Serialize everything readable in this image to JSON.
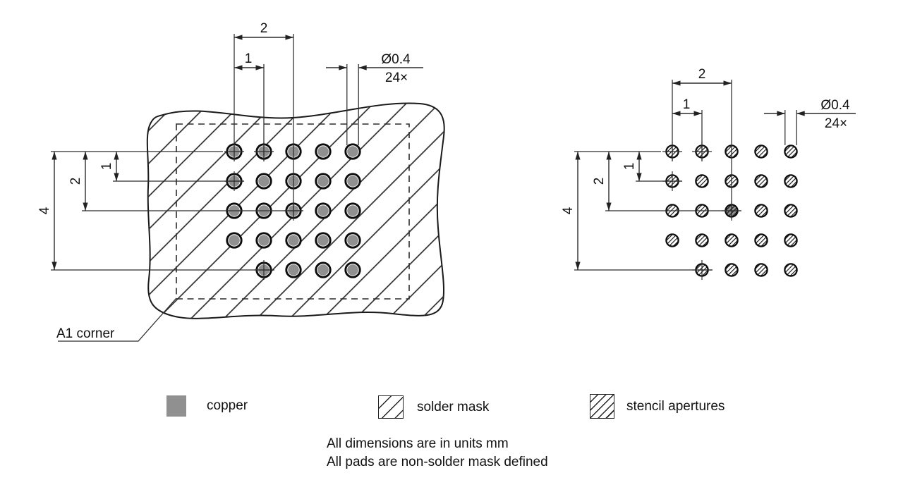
{
  "colors": {
    "copper": "#909090",
    "line": "#222222"
  },
  "left_figure": {
    "a1_label": "A1 corner",
    "dims": {
      "top_small": "1",
      "top_large": "2",
      "side_small": "1",
      "side_medium": "2",
      "side_large": "4",
      "pad_diameter": "Ø0.4",
      "pad_count": "24×"
    }
  },
  "right_figure": {
    "dims": {
      "top_small": "1",
      "top_large": "2",
      "side_small": "1",
      "side_medium": "2",
      "side_large": "4",
      "pad_diameter": "Ø0.4",
      "pad_count": "24×"
    }
  },
  "legend": {
    "items": [
      {
        "id": "copper",
        "label": "copper"
      },
      {
        "id": "solder-mask",
        "label": "solder mask"
      },
      {
        "id": "stencil-apertures",
        "label": "stencil apertures"
      }
    ]
  },
  "notes": [
    "All dimensions are in units mm",
    "All pads are non-solder mask defined"
  ]
}
